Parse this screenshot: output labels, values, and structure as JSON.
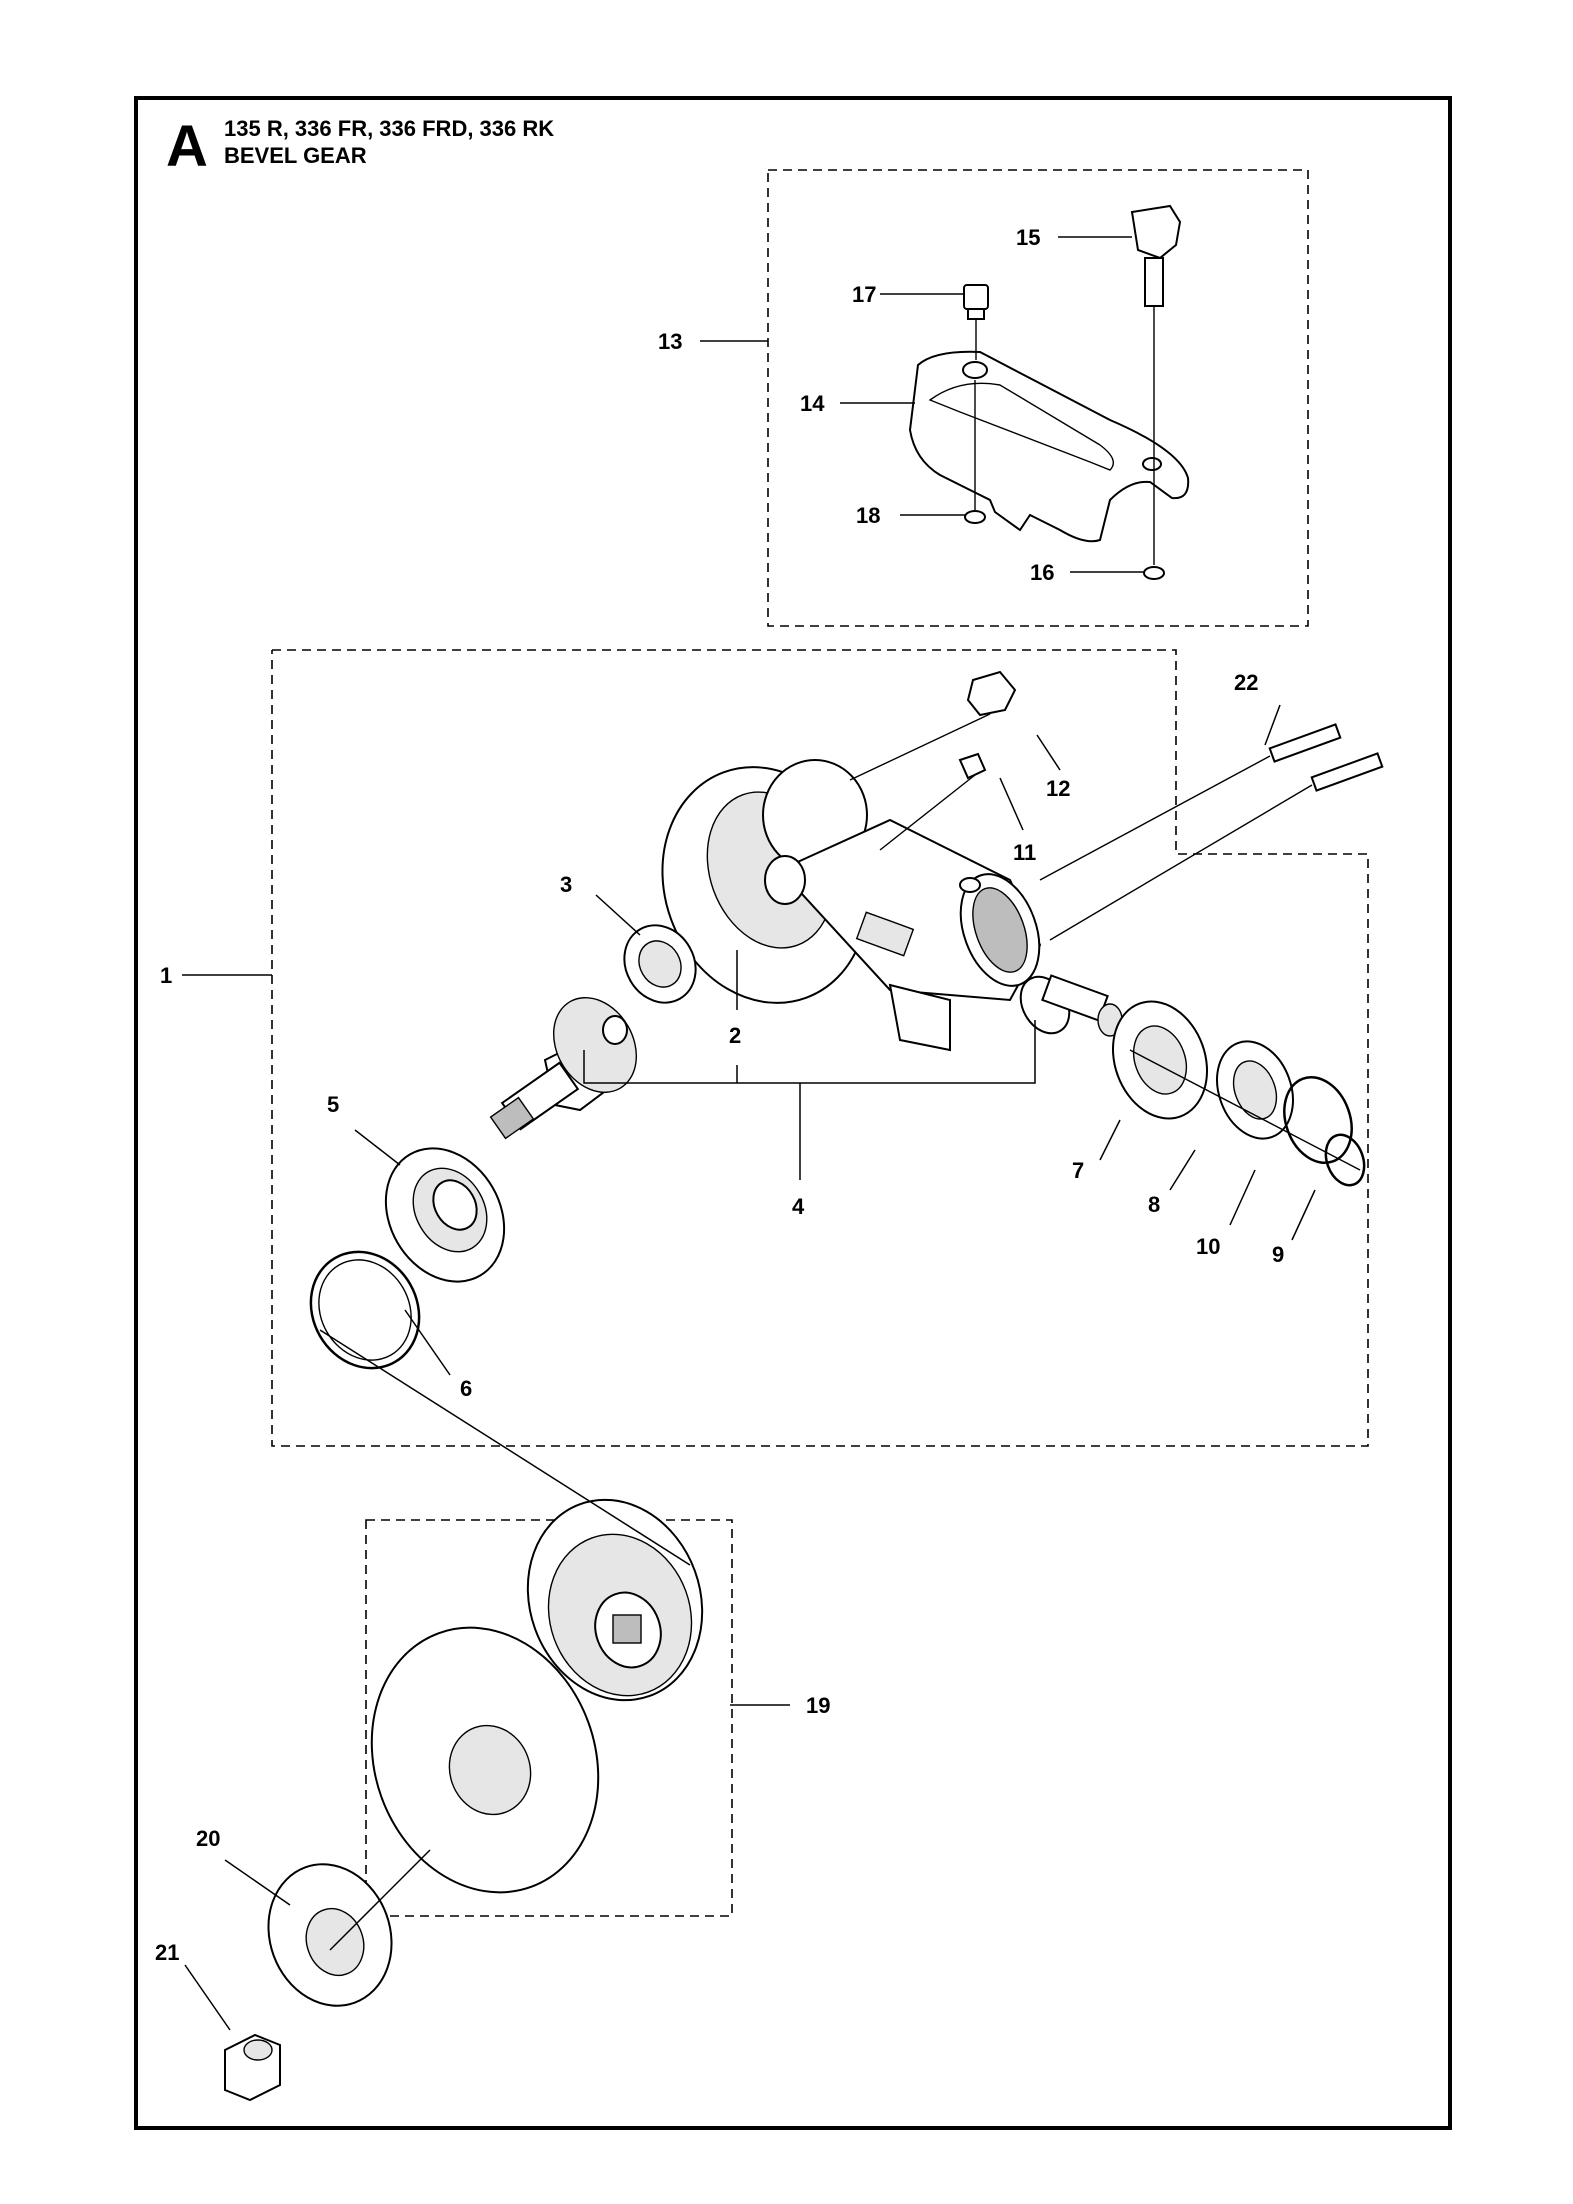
{
  "header": {
    "section_letter": "A",
    "models": "135 R, 336 FR, 336 FRD, 336 RK",
    "assembly": "BEVEL GEAR"
  },
  "callouts": [
    "1",
    "2",
    "3",
    "4",
    "5",
    "6",
    "7",
    "8",
    "9",
    "10",
    "11",
    "12",
    "13",
    "14",
    "15",
    "16",
    "17",
    "18",
    "19",
    "20",
    "21",
    "22"
  ]
}
